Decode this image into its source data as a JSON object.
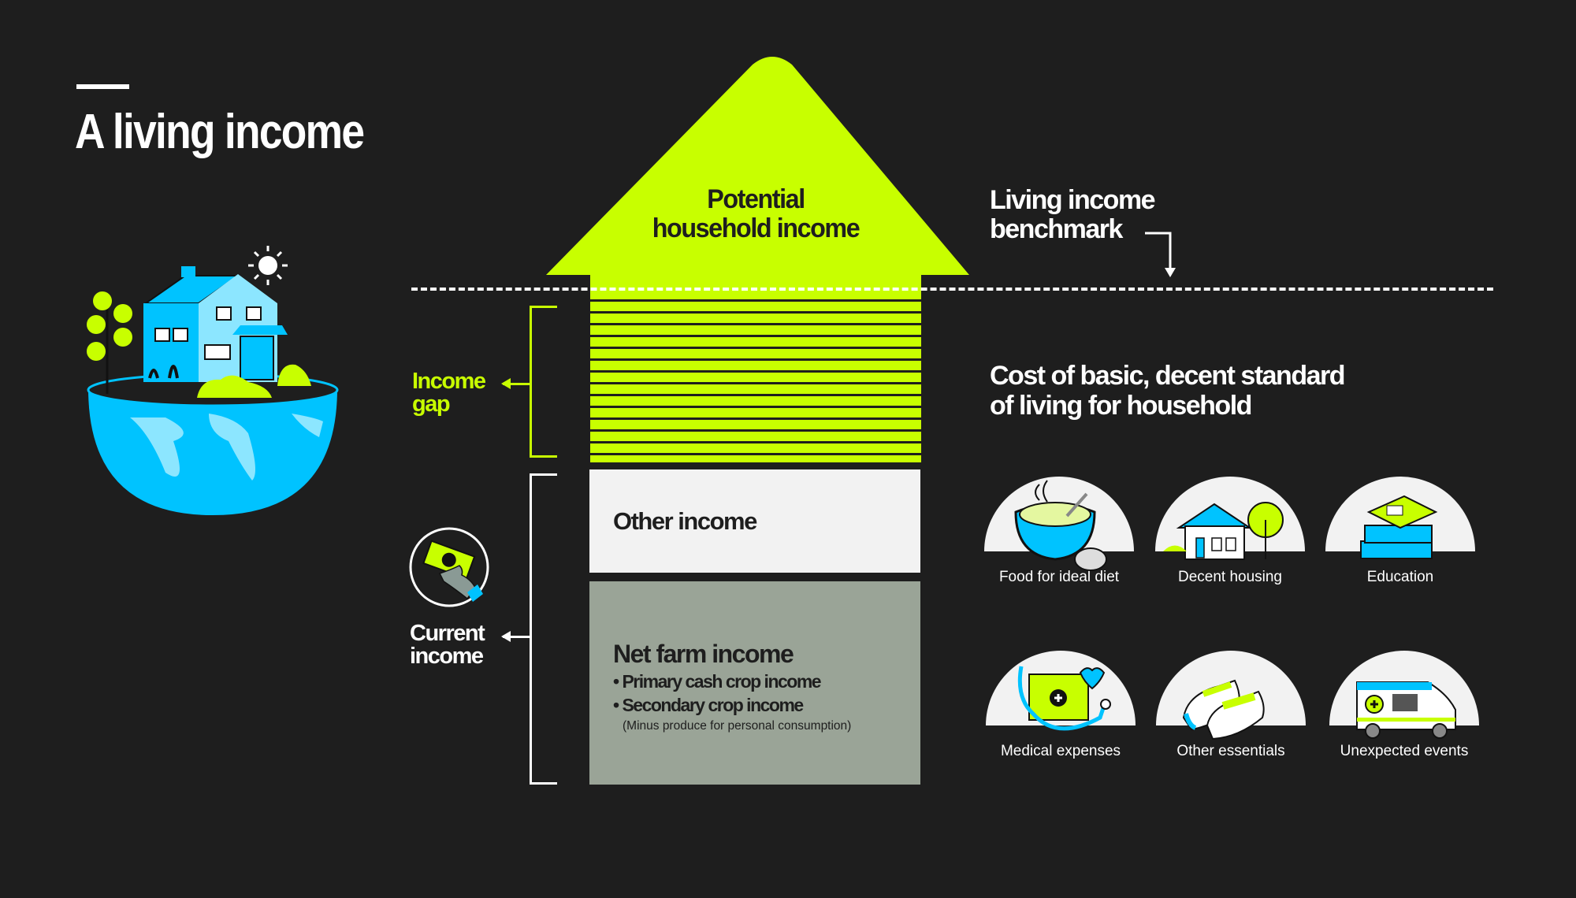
{
  "header": {
    "title": "A living income"
  },
  "arrow": {
    "label_line1": "Potential",
    "label_line2": "household income"
  },
  "benchmark": {
    "line1": "Living income",
    "line2": "benchmark"
  },
  "income_gap": {
    "line1": "Income",
    "line2": "gap"
  },
  "current_income": {
    "line1": "Current",
    "line2": "income"
  },
  "boxes": {
    "other_income": "Other income",
    "net_farm": {
      "title": "Net farm income",
      "bullets": [
        "Primary cash crop income",
        "Secondary crop income"
      ],
      "note": "(Minus produce for personal consumption)"
    }
  },
  "cost": {
    "line1": "Cost of basic, decent standard",
    "line2": "of  living for household"
  },
  "cost_items": [
    {
      "label": "Food for ideal diet",
      "icon": "soup-bowl-icon"
    },
    {
      "label": "Decent housing",
      "icon": "house-icon"
    },
    {
      "label": "Education",
      "icon": "books-icon"
    },
    {
      "label": "Medical expenses",
      "icon": "medical-folder-icon"
    },
    {
      "label": "Other essentials",
      "icon": "sneakers-icon"
    },
    {
      "label": "Unexpected events",
      "icon": "ambulance-icon"
    }
  ],
  "colors": {
    "background": "#1e1e1e",
    "accent": "#c8ff00",
    "blue": "#00c3ff",
    "light_blue": "#8ce6ff",
    "farm_gray": "#9aa497",
    "light_box": "#f2f2f2"
  }
}
